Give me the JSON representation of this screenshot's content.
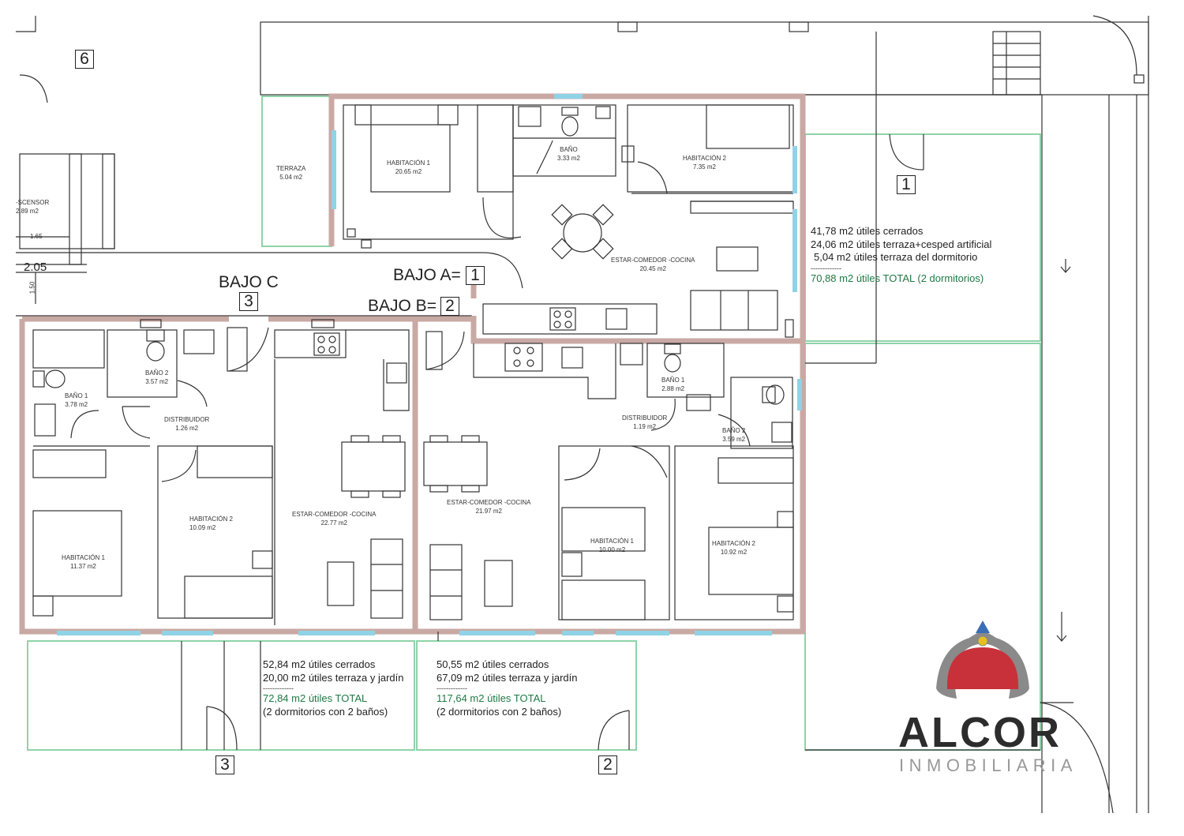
{
  "labels": {
    "bajo_c": "BAJO C",
    "bajo_a": "BAJO A=",
    "bajo_b": "BAJO B=",
    "num_6": "6",
    "num_1": "1",
    "num_2": "2",
    "num_3": "3",
    "num_3_box": "3",
    "num_2_box": "2",
    "num_1_box": "1",
    "num_2_bottom": "2",
    "num_3_bottom": "3",
    "dim_205": "2.05",
    "dim_165": "1.65",
    "dim_150": "1.50"
  },
  "rooms": {
    "terraza": {
      "name": "TERRAZA",
      "area": "5.04 m2"
    },
    "a_hab1": {
      "name": "HABITACIÓN 1",
      "area": "20.65 m2"
    },
    "a_bano": {
      "name": "BAÑO",
      "area": "3.33 m2"
    },
    "a_hab2": {
      "name": "HABITACIÓN 2",
      "area": "7.35 m2"
    },
    "a_estar": {
      "name": "ESTAR-COMEDOR -COCINA",
      "area": "20.45 m2"
    },
    "ascensor": {
      "name": "-SCENSOR",
      "area": "2.89 m2"
    },
    "c_bano2": {
      "name": "BAÑO 2",
      "area": "3.57 m2"
    },
    "c_bano1": {
      "name": "BAÑO 1",
      "area": "3.78 m2"
    },
    "c_distrib": {
      "name": "DISTRIBUIDOR",
      "area": "1.26 m2"
    },
    "c_hab2": {
      "name": "HABITACIÓN 2",
      "area": "10.09 m2"
    },
    "c_estar": {
      "name": "ESTAR-COMEDOR -COCINA",
      "area": "22.77 m2"
    },
    "c_hab1": {
      "name": "HABITACIÓN 1",
      "area": "11.37 m2"
    },
    "b_estar": {
      "name": "ESTAR-COMEDOR -COCINA",
      "area": "21.97 m2"
    },
    "b_bano1": {
      "name": "BAÑO 1",
      "area": "2.88 m2"
    },
    "b_distrib": {
      "name": "DISTRIBUIDOR",
      "area": "1.19 m2"
    },
    "b_bano2": {
      "name": "BAÑO 2",
      "area": "3.59 m2"
    },
    "b_hab1": {
      "name": "HABITACIÓN 1",
      "area": "10.00 m2"
    },
    "b_hab2": {
      "name": "HABITACIÓN 2",
      "area": "10.92 m2"
    }
  },
  "summary_a": {
    "line1": "41,78 m2 útiles cerrados",
    "line2": "24,06 m2 útiles terraza+cesped artificial",
    "line3": "5,04 m2 útiles terraza del dormitorio",
    "sep": "-------------",
    "total": "70,88 m2 útiles TOTAL (2 dormitorios)"
  },
  "summary_c": {
    "line1": "52,84 m2 útiles cerrados",
    "line2": "20,00 m2 útiles terraza y jardín",
    "sep": "-------------",
    "total": "72,84 m2 útiles TOTAL",
    "note": "(2 dormitorios con 2 baños)"
  },
  "summary_b": {
    "line1": "50,55 m2 útiles cerrados",
    "line2": "67,09 m2 útiles terraza y jardín",
    "sep": "-------------",
    "total": "117,64 m2 útiles TOTAL",
    "note": "(2 dormitorios con 2 baños)"
  },
  "logo": {
    "name": "ALCOR",
    "subtitle": "INMOBILIARIA",
    "red": "#c8313a",
    "grey": "#8a8a8a",
    "blue": "#3a6fb5"
  },
  "colors": {
    "wall": "#c9a9a4",
    "window": "#8fd3e6",
    "garden": "#c9ecd4",
    "line": "#333333"
  }
}
